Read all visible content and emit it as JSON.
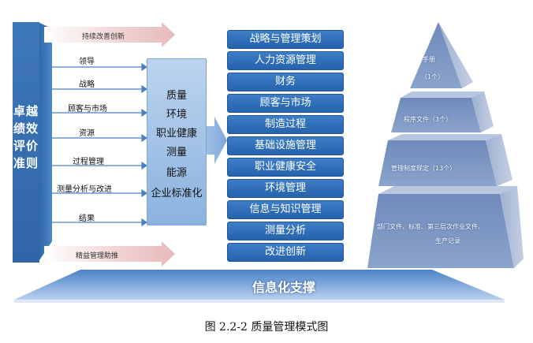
{
  "left_bar": {
    "title": "卓越绩效评价准则"
  },
  "top_strip": {
    "label": "持续改善创新"
  },
  "bottom_strip": {
    "label": "精益管理助推"
  },
  "criteria_items": [
    "领导",
    "战略",
    "顾客与市场",
    "资源",
    "过程管理",
    "测量分析与改进",
    "结果"
  ],
  "focus": {
    "items": [
      "质量",
      "环境",
      "职业健康",
      "测量",
      "能源",
      "企业标准化"
    ]
  },
  "processes": [
    "战略与管理策划",
    "人力资源管理",
    "财务",
    "顾客与市场",
    "制造过程",
    "基础设施管理",
    "职业健康安全",
    "环境管理",
    "信息与知识管理",
    "测量分析",
    "改进创新"
  ],
  "pyramid": {
    "tier1": {
      "line1": "手册",
      "line2": "（1个）"
    },
    "tier2": {
      "line1": "程序文件（3个）"
    },
    "tier3": {
      "line1": "管理制度规定（13个）"
    },
    "tier4": {
      "line1": "部门文件、标准、第三层次作业文件、",
      "line2": "生产记录"
    }
  },
  "base": {
    "label": "信息化支撑"
  },
  "caption": "图 2.2-2 质量管理模式图",
  "colors": {
    "primary_blue": "#2e66a7",
    "light_blue": "#9dbfe6",
    "strip_pink": "#f2d8d8",
    "pyramid_blue": "#7d95bf"
  }
}
